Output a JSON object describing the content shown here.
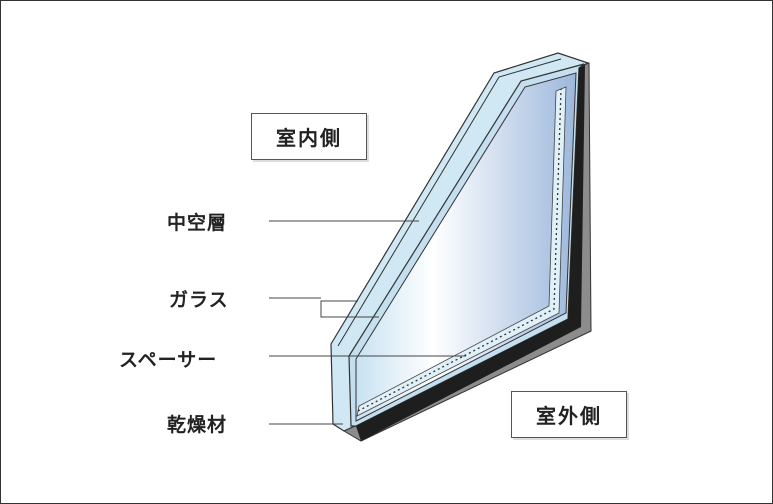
{
  "labels": {
    "indoor": "室内側",
    "outdoor": "室外側",
    "air_layer": "中空層",
    "glass": "ガラス",
    "spacer": "スペーサー",
    "desiccant": "乾燥材"
  },
  "colors": {
    "glass_edge": "#bfe0ee",
    "glass_face_light": "#ffffff",
    "glass_face_blue": "#9fbfe0",
    "sealant": "#222222",
    "frame": "#8a8a8a"
  }
}
